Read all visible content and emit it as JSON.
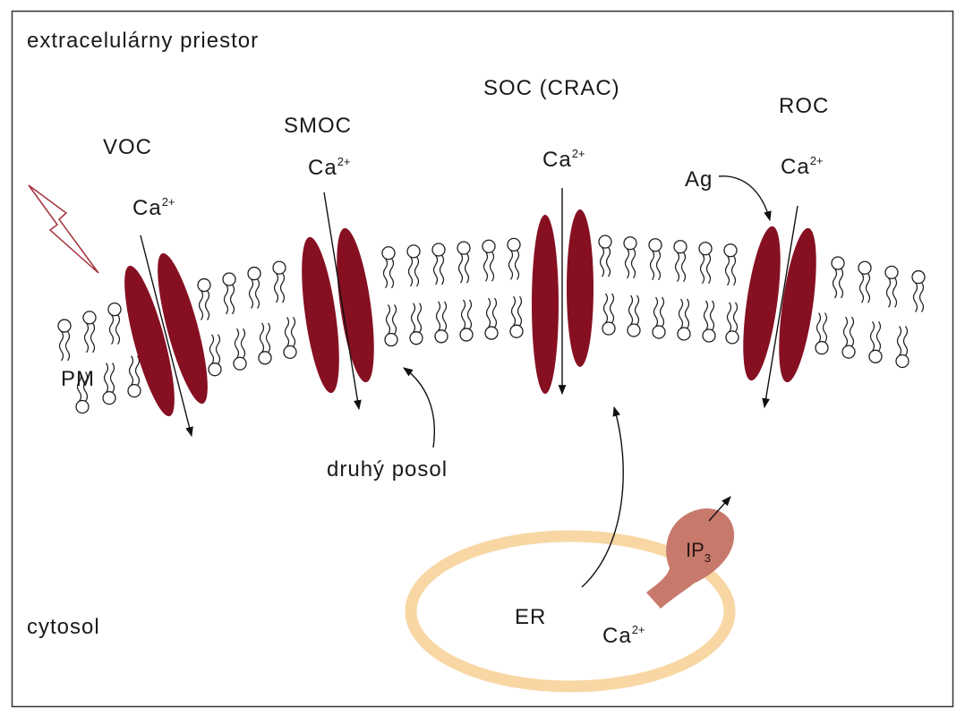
{
  "figure": {
    "extracellular_label": "extracelulárny priestor",
    "cytosol_label": "cytosol",
    "membrane_label": "PM"
  },
  "channels": {
    "voc": {
      "name": "VOC",
      "ion": "Ca",
      "charge": "2+"
    },
    "smoc": {
      "name": "SMOC",
      "ion": "Ca",
      "charge": "2+"
    },
    "soc": {
      "name": "SOC (CRAC)",
      "ion": "Ca",
      "charge": "2+"
    },
    "roc": {
      "name": "ROC",
      "ion": "Ca",
      "charge": "2+",
      "agonist": "Ag"
    }
  },
  "second_messenger_label": "druhý posol",
  "er": {
    "label": "ER",
    "ion": "Ca",
    "charge": "2+",
    "receptor_ligand": "IP",
    "receptor_ligand_subscript": "3"
  },
  "icons": {
    "stimulus": "lightning-bolt-icon"
  },
  "colors": {
    "region_label": "#8B1E30",
    "channel": "#861022",
    "soc_label": "#E6AD90",
    "roc_label": "#D38A79",
    "ip3_receptor": "#C77A6C",
    "er_membrane": "#F8D7A4",
    "stimulus": "#A5323D",
    "frame": "#333333"
  }
}
